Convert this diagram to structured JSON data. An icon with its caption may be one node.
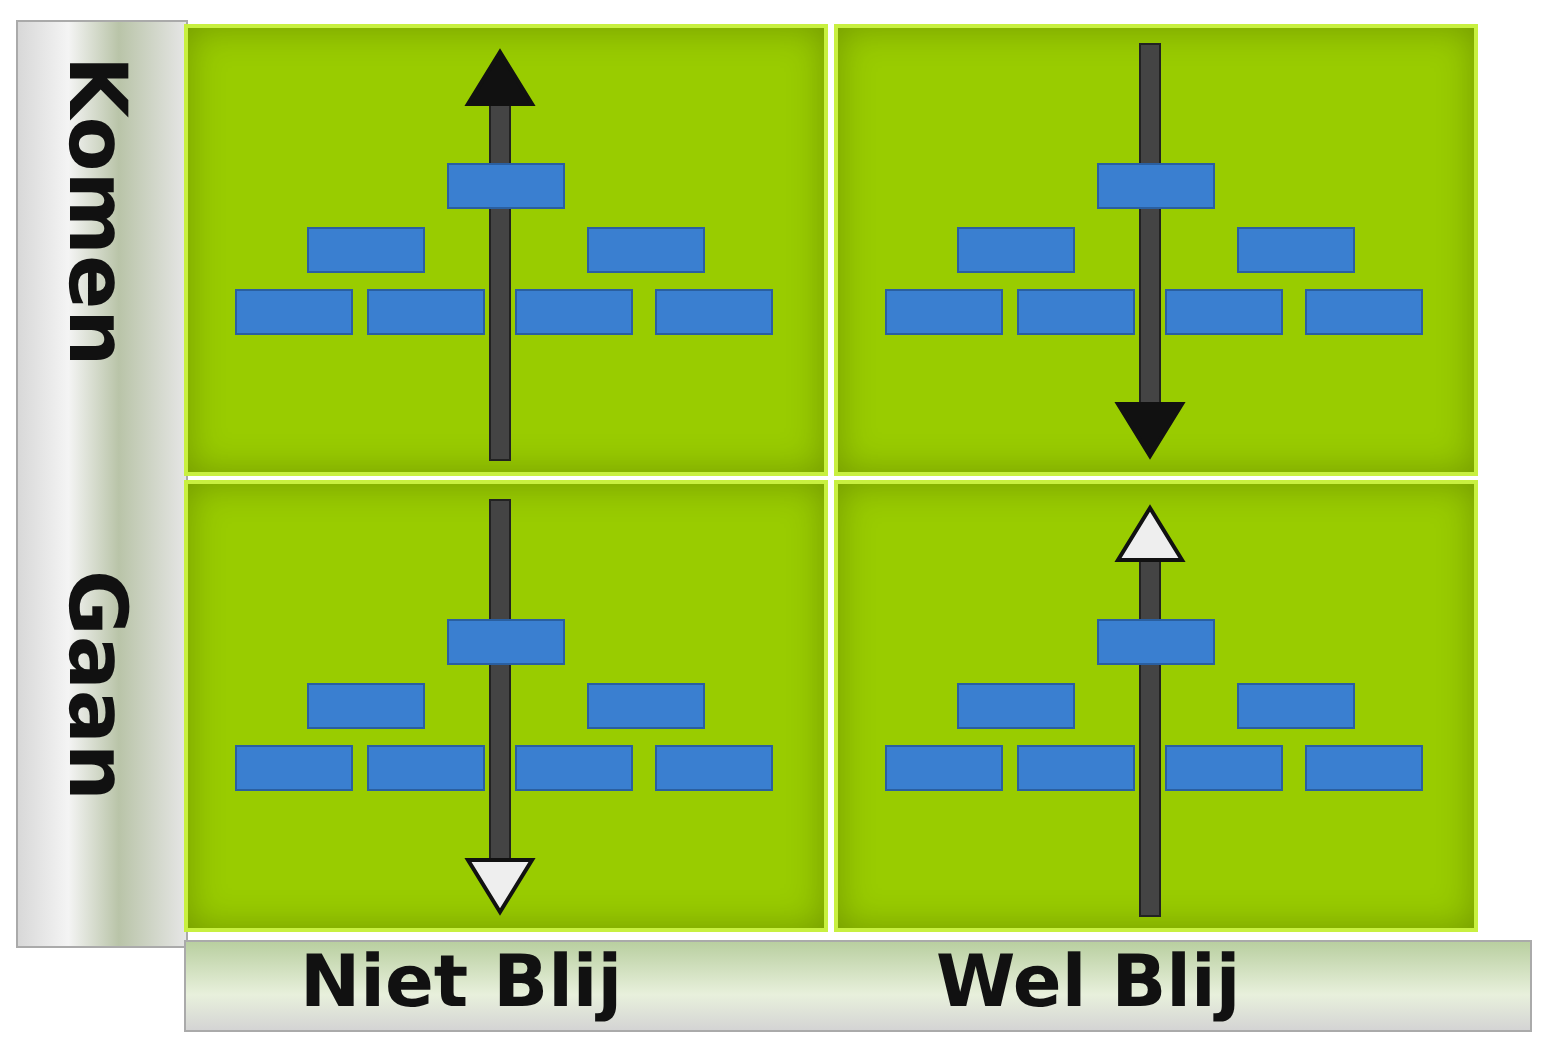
{
  "diagram": {
    "labels": [
      "Komen",
      "Gaan",
      "Niet Blij",
      "Wel Blij"
    ]
  }
}
